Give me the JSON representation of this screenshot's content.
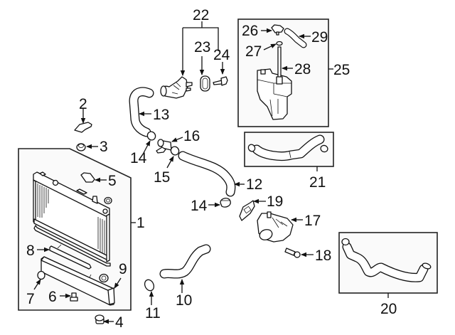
{
  "diagram": {
    "title": "Radiator & Cooling System Components",
    "colors": {
      "line": "#111111",
      "box_fill": "#fafafa",
      "background": "#ffffff"
    },
    "callouts": [
      {
        "id": "1",
        "part": "radiator-assembly"
      },
      {
        "id": "2",
        "part": "mount-bracket"
      },
      {
        "id": "3",
        "part": "upper-cushion"
      },
      {
        "id": "4",
        "part": "lower-cushion"
      },
      {
        "id": "5",
        "part": "radiator-cap"
      },
      {
        "id": "6",
        "part": "drain-plug"
      },
      {
        "id": "7",
        "part": "o-ring"
      },
      {
        "id": "8",
        "part": "seal"
      },
      {
        "id": "9",
        "part": "tank"
      },
      {
        "id": "10",
        "part": "lower-hose"
      },
      {
        "id": "11",
        "part": "clamp"
      },
      {
        "id": "12",
        "part": "hose"
      },
      {
        "id": "13",
        "part": "upper-hose"
      },
      {
        "id": "14",
        "part": "clamp"
      },
      {
        "id": "15",
        "part": "clamp"
      },
      {
        "id": "16",
        "part": "connector-pipe"
      },
      {
        "id": "17",
        "part": "thermostat-housing"
      },
      {
        "id": "18",
        "part": "bolt"
      },
      {
        "id": "19",
        "part": "gasket"
      },
      {
        "id": "20",
        "part": "bypass-hose-kit"
      },
      {
        "id": "21",
        "part": "heater-hose-kit"
      },
      {
        "id": "22",
        "part": "water-outlet-assembly"
      },
      {
        "id": "23",
        "part": "gasket"
      },
      {
        "id": "24",
        "part": "bolt"
      },
      {
        "id": "25",
        "part": "reservoir-assembly"
      },
      {
        "id": "26",
        "part": "reservoir-cap"
      },
      {
        "id": "27",
        "part": "seal"
      },
      {
        "id": "28",
        "part": "reservoir-tube"
      },
      {
        "id": "29",
        "part": "overflow-hose"
      }
    ],
    "labels": {
      "l1": "1",
      "l2": "2",
      "l3": "3",
      "l4": "4",
      "l5": "5",
      "l6": "6",
      "l7": "7",
      "l8": "8",
      "l9": "9",
      "l10": "10",
      "l11": "11",
      "l12": "12",
      "l13": "13",
      "l14a": "14",
      "l14b": "14",
      "l15": "15",
      "l16": "16",
      "l17": "17",
      "l18": "18",
      "l19": "19",
      "l20": "20",
      "l21": "21",
      "l22": "22",
      "l23": "23",
      "l24": "24",
      "l25": "25",
      "l26": "26",
      "l27": "27",
      "l28": "28",
      "l29": "29"
    }
  }
}
